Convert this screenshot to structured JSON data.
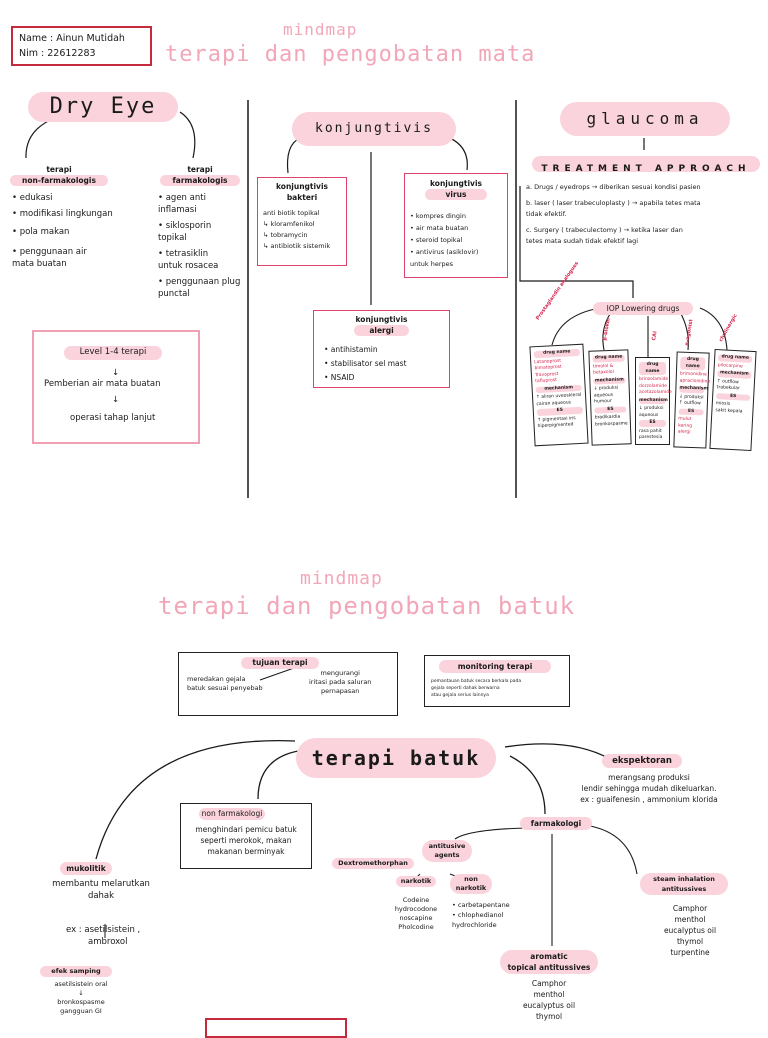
{
  "student": {
    "name_label": "Name : Ainun Mutidah",
    "nim_label": "Nim   : 22612283"
  },
  "mindmap1": {
    "title_small": "mindmap",
    "title_large": "terapi dan pengobatan mata",
    "dry_eye": {
      "title": "Dry Eye",
      "nonpharm_heading": [
        "terapi",
        "non-farmakologis"
      ],
      "nonpharm_items": [
        "• edukasi",
        "• modifikasi lingkungan",
        "• pola makan",
        "• penggunaan air",
        "  mata buatan"
      ],
      "pharm_heading": [
        "terapi",
        "farmakologis"
      ],
      "pharm_items": [
        "• agen anti",
        "  inflamasi",
        "• siklosporin",
        "  topikal",
        "• tetrasiklin",
        "  untuk rosacea",
        "• penggunaan plug",
        "  punctal"
      ],
      "level_box": {
        "heading": "Level 1-4 terapi",
        "step1": "Pemberian air mata buatan",
        "step2": "operasi tahap lanjut",
        "arrow": "↓"
      }
    },
    "konjungtivis": {
      "title": "konjungtivis",
      "bakteri": {
        "heading": [
          "konjungtivis",
          "bakteri"
        ],
        "items": [
          "anti biotik topikal",
          "↳ kloramfenikol",
          "↳ tobramycin",
          "↳ antibiotik sistemik"
        ]
      },
      "virus": {
        "heading": [
          "konjungtivis",
          "virus"
        ],
        "items": [
          "• kompres dingin",
          "• air mata buatan",
          "• steroid topikal",
          "• antivirus (asiklovir)",
          "  untuk herpes"
        ]
      },
      "alergi": {
        "heading": [
          "konjungtivis",
          "alergi"
        ],
        "items": [
          "• antihistamin",
          "• stabilisator sel mast",
          "• NSAID"
        ]
      }
    },
    "glaucoma": {
      "title": "glaucoma",
      "subtitle": "treatment approach",
      "items": [
        "a. Drugs / eyedrops → diberikan sesuai kondisi pasien",
        "b. laser ( laser trabeculoplasty ) → apabila tetes mata",
        "   tidak efektif.",
        "c. Surgery ( trabeculectomy ) → ketika laser dan",
        "   tetes mata sudah tidak efektif lagi"
      ],
      "iop_label": "IOP Lowering drugs",
      "classes": [
        "Prostaglandin analogues",
        "β-bloker",
        "CAI",
        "α-agonist",
        "cholinergic"
      ],
      "drug_cards": [
        {
          "h1": "drug name",
          "lines": [
            "Latanoprost",
            "bimatoprost",
            "Travoprost",
            "tafluprost"
          ],
          "h2": "mechanism",
          "lines2": [
            "↑ aliran uveoskleral",
            "cairan aqueous"
          ],
          "h3": "ES",
          "lines3": [
            "↑ pigmentasi iris",
            "hiperpigmented"
          ]
        },
        {
          "h1": "drug name",
          "lines": [
            "timolol & betaxolol"
          ],
          "h2": "mechanism",
          "lines2": [
            "↓ produksi",
            "aqueous humour"
          ],
          "h3": "ES",
          "lines3": [
            "bradikardia",
            "bronkospasme"
          ]
        },
        {
          "h1": "drug name",
          "lines": [
            "brinzolamide",
            "dorzolamide",
            "acetazolamide"
          ],
          "h2": "mechanism",
          "lines2": [
            "↓ produksi",
            "aqueous"
          ],
          "h3": "ES",
          "lines3": [
            "rasa pahit",
            "parestesia"
          ]
        },
        {
          "h1": "drug name",
          "lines": [
            "brimonidine",
            "apraclonidine"
          ],
          "h2": "mechanism",
          "lines2": [
            "↓ produksi",
            "↑ outflow"
          ],
          "h3": "ES",
          "lines3": [
            "mulut kering",
            "alergi"
          ]
        },
        {
          "h1": "drug name",
          "lines": [
            "pilocarpine"
          ],
          "h2": "mechanism",
          "lines2": [
            "↑ outflow trabekular"
          ],
          "h3": "ES",
          "lines3": [
            "miosis",
            "sakit kepala"
          ]
        }
      ]
    }
  },
  "mindmap2": {
    "title_small": "mindmap",
    "title_large": "terapi dan pengobatan batuk",
    "tujuan": {
      "heading": "tujuan terapi",
      "left": [
        "meredakan gejala",
        "batuk sesuai penyebab"
      ],
      "right": [
        "mengurangi",
        "iritasi pada saluran",
        "pernapasan"
      ]
    },
    "monitoring": {
      "heading": "monitoring terapi",
      "lines": [
        "pemantauan batuk secara berkala pada",
        "gejala seperti dahak berwarna",
        "atau gejala serius lainnya"
      ]
    },
    "center": "terapi batuk",
    "nonfarm": {
      "heading": "non farmakologi",
      "lines": [
        "menghindari pemicu batuk",
        "seperti merokok, makan",
        "makanan berminyak"
      ]
    },
    "mukolitik": {
      "heading": "mukolitik",
      "lines": [
        "membantu melarutkan",
        "dahak"
      ],
      "ex": [
        "ex : asetilsistein ,",
        "ambroxol"
      ],
      "efek_heading": "efek samping",
      "efek_lines": [
        "asetilsistein oral",
        "↓",
        "bronkospasme",
        "gangguan GI"
      ]
    },
    "ekspektoran": {
      "heading": "ekspektoran",
      "lines": [
        "merangsang produksi",
        "lendir sehingga mudah dikeluarkan.",
        "ex : guaifenesin , ammonium klorida"
      ]
    },
    "farmakologi": "farmakologi",
    "antitusive": {
      "heading": [
        "antitusive",
        "agents"
      ],
      "dextro": "Dextromethorphan",
      "narkotik": "narkotik",
      "non_narkotik": [
        "non",
        "narkotik"
      ],
      "narkotik_items": [
        "Codeine",
        "hydrocodone",
        "noscapine",
        "Pholcodine"
      ],
      "non_narkotik_items": [
        "• carbetapentane",
        "• chlophedianol",
        "  hydrochloride"
      ]
    },
    "steam": {
      "heading": [
        "steam inhalation",
        "antitussives"
      ],
      "items": [
        "Camphor",
        "menthol",
        "eucalyptus oil",
        "thymol",
        "turpentine"
      ]
    },
    "aromatic": {
      "heading": [
        "aromatic",
        "topical antitussives"
      ],
      "items": [
        "Camphor",
        "menthol",
        "eucalyptus oil",
        "thymol"
      ]
    }
  }
}
